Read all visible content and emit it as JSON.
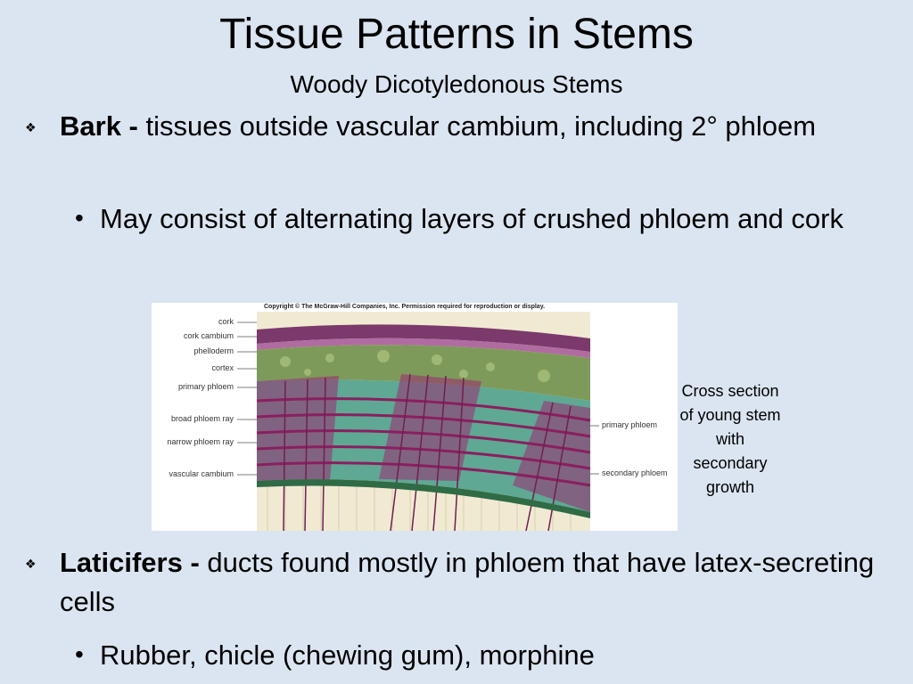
{
  "slide": {
    "title": "Tissue Patterns in Stems",
    "subtitle": "Woody Dicotyledonous Stems"
  },
  "bullets": [
    {
      "term": "Bark -",
      "text": " tissues outside vascular cambium, including 2° phloem",
      "sub": "May consist of alternating layers of crushed phloem and cork"
    },
    {
      "term": "Laticifers -",
      "text": " ducts found mostly in phloem that have latex-secreting cells",
      "sub": "Rubber, chicle (chewing gum), morphine"
    }
  ],
  "figure": {
    "copyright": "Copyright © The McGraw-Hill Companies, Inc. Permission required for reproduction or display.",
    "labels_left": {
      "cork": "cork",
      "cork_cambium": "cork cambium",
      "phelloderm": "phelloderm",
      "cortex": "cortex",
      "primary_phloem": "primary phloem",
      "broad_ray": "broad phloem ray",
      "narrow_ray": "narrow phloem ray",
      "vascular_cambium": "vascular cambium"
    },
    "labels_right": {
      "primary_phloem": "primary phloem",
      "secondary_phloem": "secondary phloem"
    },
    "caption": "Cross section of young stem with secondary growth"
  },
  "colors": {
    "background": "#dbe5f1",
    "phloem_magenta": "#9b2a6f",
    "ray_teal": "#5fa894",
    "cortex_green": "#7e9a5a",
    "xylem_cream": "#f1ead2"
  }
}
